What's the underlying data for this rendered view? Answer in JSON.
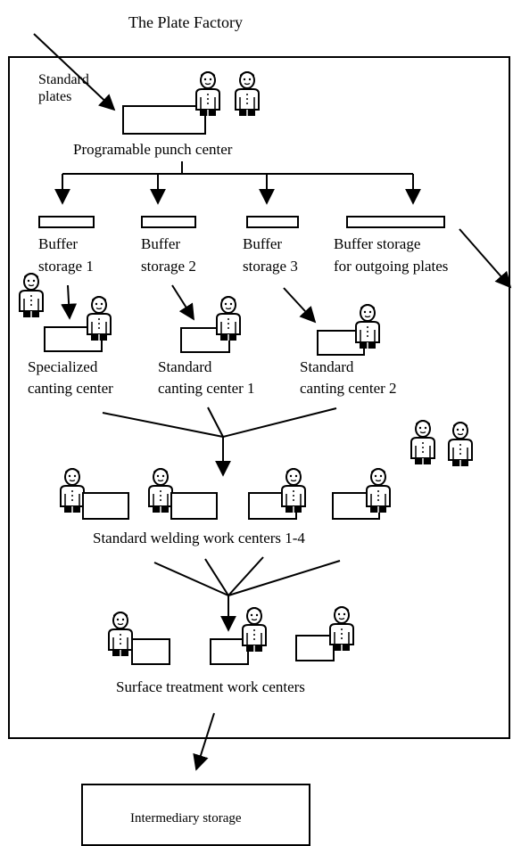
{
  "title": "The Plate Factory",
  "input_label": [
    "Standard",
    "plates"
  ],
  "punch_center": "Programable punch center",
  "buffers": [
    [
      "Buffer",
      "storage 1"
    ],
    [
      "Buffer",
      "storage 2"
    ],
    [
      "Buffer",
      "storage 3"
    ],
    [
      "Buffer storage",
      "for outgoing plates"
    ]
  ],
  "canting": [
    [
      "Specialized",
      "canting center"
    ],
    [
      "Standard",
      "canting center 1"
    ],
    [
      "Standard",
      "canting center 2"
    ]
  ],
  "welding": "Standard welding work centers 1-4",
  "surface": "Surface treatment work centers",
  "intermediary": "Intermediary storage",
  "icons": {
    "worker": "worker-icon",
    "workstation": "workstation-icon",
    "buffer": "buffer-storage-icon"
  }
}
